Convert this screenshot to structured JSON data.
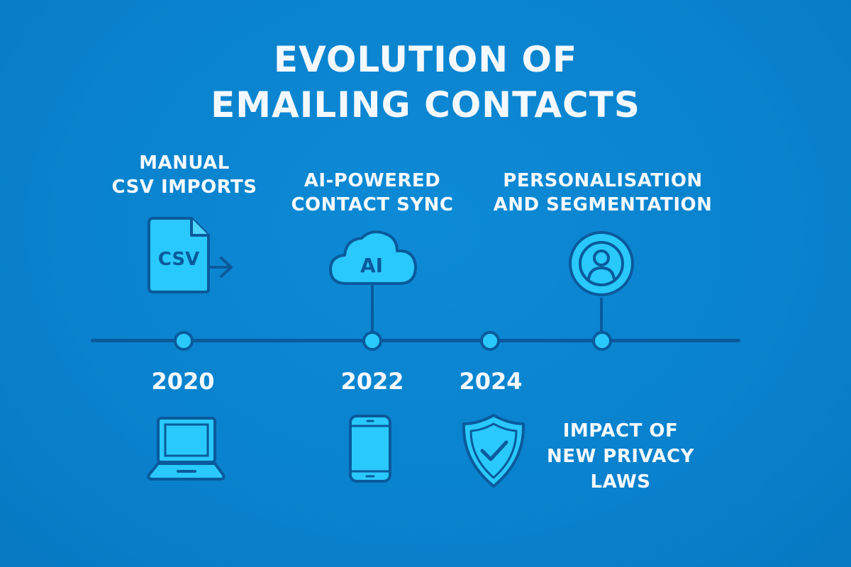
{
  "title": {
    "line1": "EVOLUTION OF",
    "line2": "EMAILING CONTACTS"
  },
  "milestones_top": [
    {
      "line1": "MANUAL",
      "line2": "CSV IMPORTS",
      "icon": "csv-file-export-icon",
      "icon_text": "CSV"
    },
    {
      "line1": "AI-POWERED",
      "line2": "CONTACT SYNC",
      "icon": "ai-cloud-icon",
      "icon_text": "AI"
    },
    {
      "line1": "PERSONALISATION",
      "line2": "AND SEGMENTATION",
      "icon": "user-profile-target-icon"
    }
  ],
  "years": [
    "2020",
    "2022",
    "2024"
  ],
  "bottom": {
    "icons": [
      "laptop-icon",
      "smartphone-icon",
      "shield-check-icon"
    ],
    "privacy_label": {
      "line1": "IMPACT OF",
      "line2": "NEW PRIVACY",
      "line3": "LAWS"
    }
  },
  "colors": {
    "background": "#0a84d0",
    "icon_fill": "#29c9fb",
    "stroke": "#0a5a9c",
    "text": "#f4f9ff"
  }
}
